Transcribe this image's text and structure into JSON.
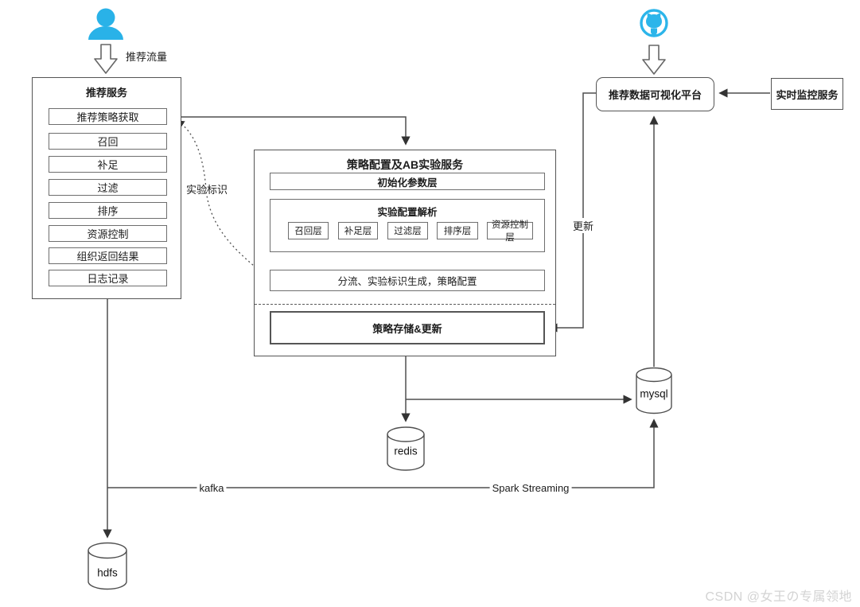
{
  "diagram": {
    "labels": {
      "traffic": "推荐流量",
      "experiment_id": "实验标识",
      "update": "更新",
      "kafka": "kafka",
      "spark_streaming": "Spark Streaming"
    },
    "recommend_service": {
      "title": "推荐服务",
      "steps": [
        "推荐策略获取",
        "召回",
        "补足",
        "过滤",
        "排序",
        "资源控制",
        "组织返回结果",
        "日志记录"
      ]
    },
    "ab_service": {
      "title": "策略配置及AB实验服务",
      "init_layer": "初始化参数层",
      "parse_title": "实验配置解析",
      "parse_layers": [
        "召回层",
        "补足层",
        "过滤层",
        "排序层",
        "资源控制层"
      ],
      "split_box": "分流、实验标识生成，策略配置",
      "storage_box": "策略存储&更新"
    },
    "platform_title": "推荐数据可视化平台",
    "monitor_title": "实时监控服务",
    "datastores": {
      "mysql": "mysql",
      "redis": "redis",
      "hdfs": "hdfs"
    },
    "watermark": "CSDN @女王の专属领地",
    "colors": {
      "accent": "#29b2e8",
      "line": "#4f4f4f"
    }
  }
}
